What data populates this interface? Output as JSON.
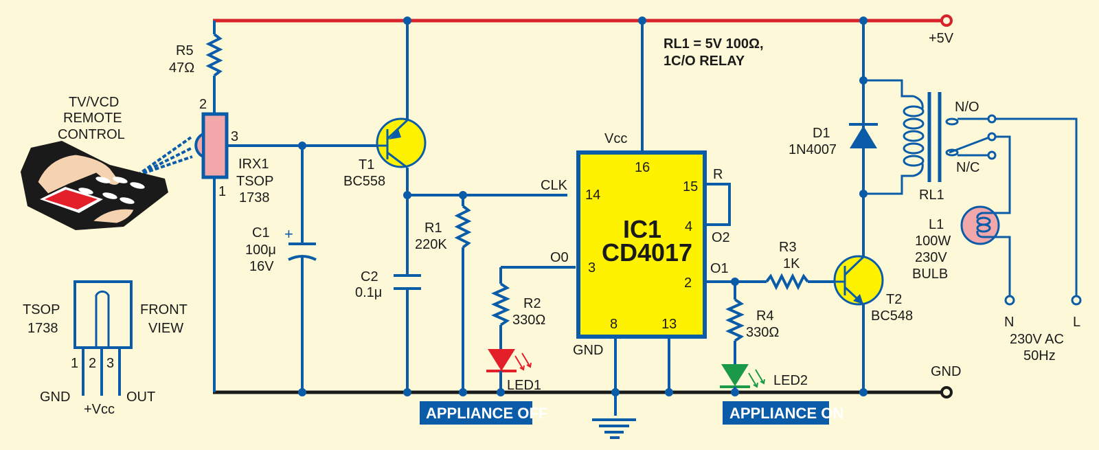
{
  "title": "IR remote controlled appliance switch",
  "colors": {
    "background": "#fdf9d8",
    "wire": "#0a5ca8",
    "supply_rail": "#d8232a",
    "ground_rail": "#1a1a1a",
    "ic_fill": "#fff200",
    "led1": "#e3202a",
    "led2": "#1a9a48",
    "badge": "#0a5ca8",
    "sensor_fill": "#f2a7aa"
  },
  "rails": {
    "supply_label": "+5V",
    "ground_label": "GND"
  },
  "note": {
    "line1": "RL1 = 5V 100Ω,",
    "line2": "1C/O RELAY"
  },
  "remote": {
    "line1": "TV/VCD",
    "line2": "REMOTE",
    "line3": "CONTROL"
  },
  "components": {
    "R5": {
      "name": "R5",
      "value": "47Ω"
    },
    "IRX1": {
      "name": "IRX1",
      "type": "TSOP",
      "part": "1738",
      "pin_top": "2",
      "pin_out": "3",
      "pin_bottom": "1"
    },
    "C1": {
      "name": "C1",
      "value": "100μ",
      "voltage": "16V",
      "polarity": "+"
    },
    "T1": {
      "name": "T1",
      "part": "BC558"
    },
    "C2": {
      "name": "C2",
      "value": "0.1μ"
    },
    "R1": {
      "name": "R1",
      "value": "220K"
    },
    "R2": {
      "name": "R2",
      "value": "330Ω"
    },
    "LED1": {
      "name": "LED1"
    },
    "IC1": {
      "name": "IC1",
      "part": "CD4017",
      "pins": {
        "vcc": "16",
        "clk": "14",
        "r": "15",
        "o2": "4",
        "o0": "3",
        "o1": "2",
        "gnd": "8",
        "en": "13"
      },
      "pin_labels": {
        "vcc": "Vcc",
        "clk": "CLK",
        "r": "R",
        "o2": "O2",
        "o0": "O0",
        "o1": "O1",
        "gnd": "GND"
      }
    },
    "R3": {
      "name": "R3",
      "value": "1K"
    },
    "R4": {
      "name": "R4",
      "value": "330Ω"
    },
    "LED2": {
      "name": "LED2"
    },
    "T2": {
      "name": "T2",
      "part": "BC548"
    },
    "D1": {
      "name": "D1",
      "part": "1N4007"
    },
    "RL1": {
      "name": "RL1",
      "no": "N/O",
      "nc": "N/C"
    },
    "L1": {
      "name": "L1",
      "power": "100W",
      "voltage": "230V",
      "type": "BULB"
    }
  },
  "mains": {
    "neutral": "N",
    "live": "L",
    "line1": "230V AC",
    "line2": "50Hz"
  },
  "pinout": {
    "title1": "TSOP",
    "title2": "1738",
    "view1": "FRONT",
    "view2": "VIEW",
    "pin1": "1",
    "pin2": "2",
    "pin3": "3",
    "gnd": "GND",
    "vcc": "+Vcc",
    "out": "OUT"
  },
  "badges": {
    "off": "APPLIANCE OFF",
    "on": "APPLIANCE ON"
  }
}
